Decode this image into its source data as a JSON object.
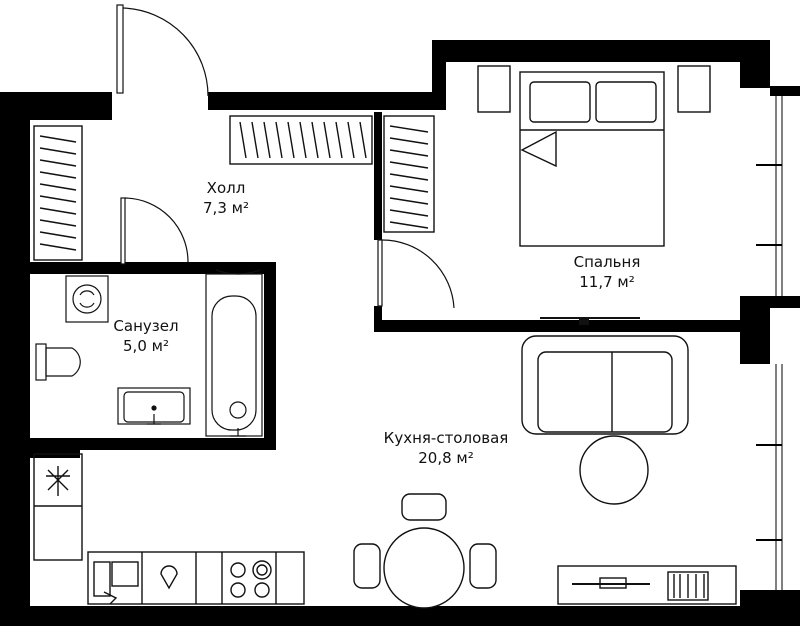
{
  "plan": {
    "rooms": [
      {
        "id": "hall",
        "name": "Холл",
        "area": "7,3 м²"
      },
      {
        "id": "bathroom",
        "name": "Санузел",
        "area": "5,0 м²"
      },
      {
        "id": "bedroom",
        "name": "Спальня",
        "area": "11,7 м²"
      },
      {
        "id": "kitchen",
        "name": "Кухня-столовая",
        "area": "20,8 м²"
      }
    ]
  },
  "colors": {
    "wall": "#000000",
    "background": "#ffffff",
    "line": "#111111"
  }
}
